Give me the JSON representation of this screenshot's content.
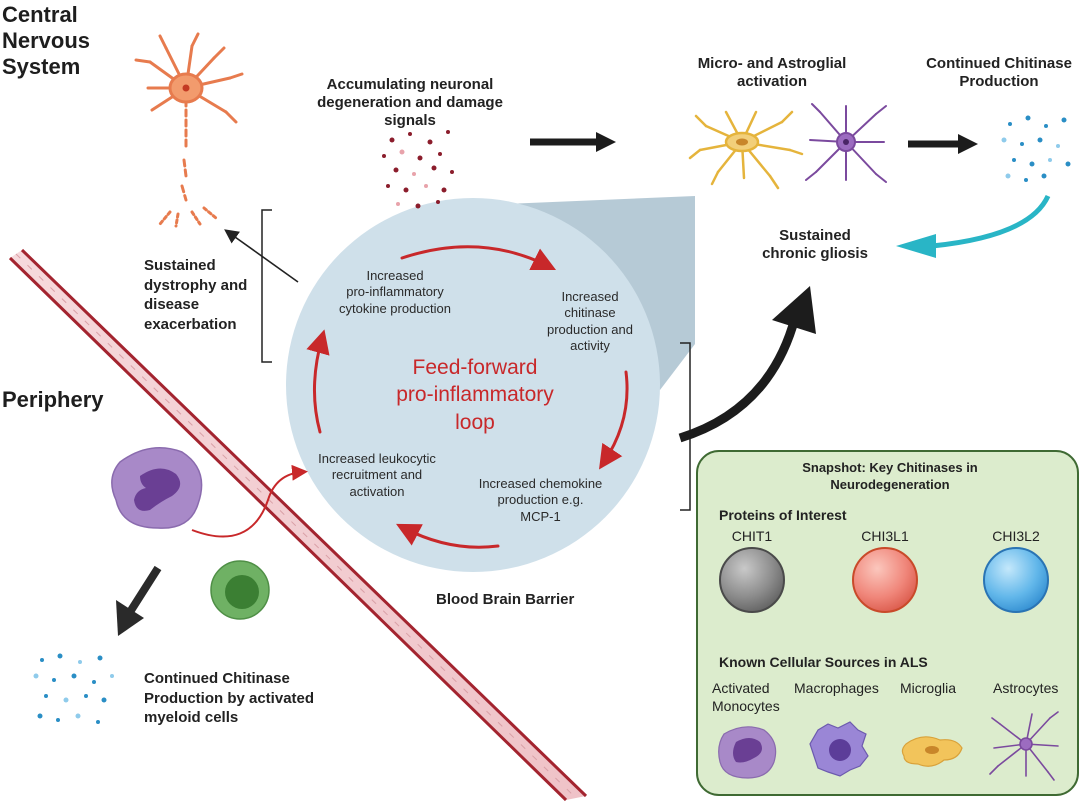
{
  "regions": {
    "cns_label": [
      "Central",
      "Nervous",
      "System"
    ],
    "periphery_label": "Periphery"
  },
  "top_row": {
    "damage_signals": [
      "Accumulating neuronal",
      "degeneration and damage",
      "signals"
    ],
    "glial_activation": [
      "Micro- and Astroglial",
      "activation"
    ],
    "chitinase_production": [
      "Continued Chitinase",
      "Production"
    ],
    "chronic_gliosis": [
      "Sustained",
      "chronic gliosis"
    ],
    "dystrophy": [
      "Sustained",
      "dystrophy and",
      "disease",
      "exacerbation"
    ]
  },
  "loop": {
    "center": [
      "Feed-forward",
      "pro-inflammatory",
      "loop"
    ],
    "steps": {
      "cytokine": [
        "Increased",
        "pro-inflammatory",
        "cytokine production"
      ],
      "chitinase": [
        "Increased",
        "chitinase",
        "production and",
        "activity"
      ],
      "chemokine": [
        "Increased chemokine",
        "production e.g.",
        "MCP-1"
      ],
      "leukocytic": [
        "Increased leukocytic",
        "recruitment and",
        "activation"
      ]
    }
  },
  "periphery": {
    "bbb": "Blood Brain Barrier",
    "myeloid": [
      "Continued Chitinase",
      "Production by activated",
      "myeloid cells"
    ]
  },
  "snapshot": {
    "title": [
      "Snapshot: Key Chitinases in",
      "Neurodegeneration"
    ],
    "proteins_heading": "Proteins of Interest",
    "proteins": [
      "CHIT1",
      "CHI3L1",
      "CHI3L2"
    ],
    "sources_heading": "Known Cellular Sources in ALS",
    "sources": [
      "Activated Monocytes",
      "Macrophages",
      "Microglia",
      "Astrocytes"
    ],
    "sources_monocytes_lines": [
      "Activated",
      "Monocytes"
    ]
  },
  "colors": {
    "loop_red": "#c8282a",
    "loop_circle": "#cfe0ea",
    "cone": "#a9c1cf",
    "gliosis_arrow": "#29b5c6",
    "snapshot_bg": "#dceccd",
    "snapshot_border": "#3f6a33",
    "chit1": "#8a8a8a",
    "chi3l1": "#ee7b6e",
    "chi3l2": "#5ab4e8",
    "bbb_vessel": "#f3cfd2"
  },
  "icons": [
    "neuron-icon",
    "microglia-icon",
    "astrocyte-icon",
    "monocyte-icon",
    "lymphocyte-icon",
    "macrophage-icon",
    "protein-sphere-icon",
    "particle-cloud-icon"
  ]
}
